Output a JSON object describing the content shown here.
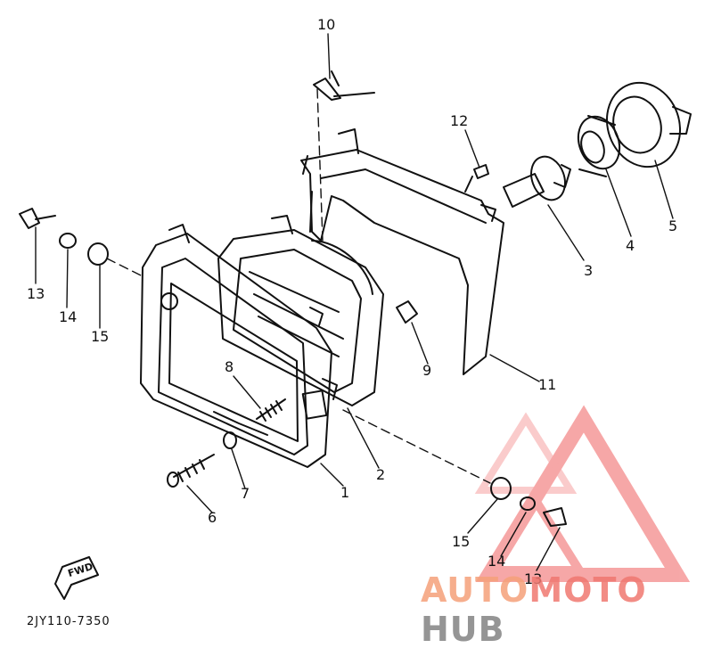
{
  "diagram": {
    "code": "2JY110-7350",
    "fwd_label": "FWD",
    "callouts": [
      {
        "id": "c10",
        "text": "10"
      },
      {
        "id": "c12",
        "text": "12"
      },
      {
        "id": "c3",
        "text": "3"
      },
      {
        "id": "c4",
        "text": "4"
      },
      {
        "id": "c5",
        "text": "5"
      },
      {
        "id": "c11",
        "text": "11"
      },
      {
        "id": "c9",
        "text": "9"
      },
      {
        "id": "c8",
        "text": "8"
      },
      {
        "id": "c2",
        "text": "2"
      },
      {
        "id": "c1",
        "text": "1"
      },
      {
        "id": "c7",
        "text": "7"
      },
      {
        "id": "c6",
        "text": "6"
      },
      {
        "id": "c13a",
        "text": "13"
      },
      {
        "id": "c14a",
        "text": "14"
      },
      {
        "id": "c15a",
        "text": "15"
      },
      {
        "id": "c15b",
        "text": "15"
      },
      {
        "id": "c14b",
        "text": "14"
      },
      {
        "id": "c13b",
        "text": "13"
      }
    ]
  },
  "watermark": {
    "part1": "AUTO",
    "part2": "MOTO",
    "part3": "HUB",
    "color1": "#f5a07a",
    "color2": "#f07870",
    "color3": "#8a8a8a",
    "logo_color": "#f06060"
  }
}
